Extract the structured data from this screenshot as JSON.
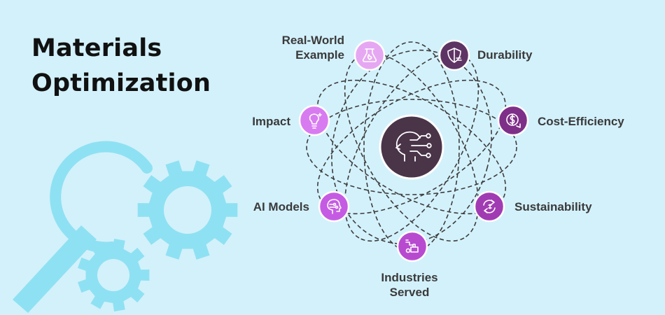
{
  "title": {
    "line1": "Materials",
    "line2": "Optimization"
  },
  "center": {
    "icon": "ai-head-circuit-icon",
    "color": "#4a3448"
  },
  "nodes": [
    {
      "id": "real-world-example",
      "lines": [
        "Real-World",
        "Example"
      ],
      "icon": "flask-flame-icon",
      "color": "#e6a7f2"
    },
    {
      "id": "durability",
      "lines": [
        "Durability"
      ],
      "icon": "shield-icon",
      "color": "#5e3464"
    },
    {
      "id": "cost-efficiency",
      "lines": [
        "Cost-Efficiency"
      ],
      "icon": "dollar-down-icon",
      "color": "#7e2f88"
    },
    {
      "id": "sustainability",
      "lines": [
        "Sustainability"
      ],
      "icon": "recycle-icon",
      "color": "#a13bb3"
    },
    {
      "id": "industries-served",
      "lines": [
        "Industries",
        "Served"
      ],
      "icon": "industries-icon",
      "color": "#b84ad0"
    },
    {
      "id": "ai-models",
      "lines": [
        "AI Models"
      ],
      "icon": "ai-brain-icon",
      "color": "#c55be3"
    },
    {
      "id": "impact",
      "lines": [
        "Impact"
      ],
      "icon": "lightbulb-icon",
      "color": "#d87bf0"
    }
  ],
  "decor": {
    "magnifier": "magnifying-glass-icon",
    "gears": "gears-icon",
    "color": "#8ee1f2"
  }
}
